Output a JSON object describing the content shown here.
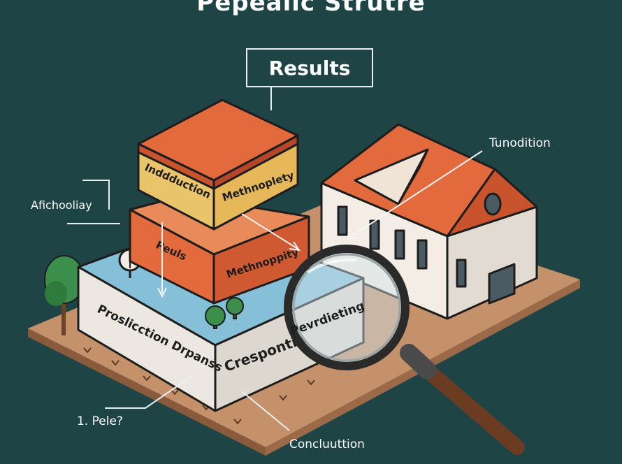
{
  "title": "Pepealic Strutre",
  "results_label": "Results",
  "callouts": {
    "tunodition": "Tunodition",
    "afichooliay": "Afichooliay",
    "pele": "1. Pele?",
    "conclusion": "Concluuttion"
  },
  "blocks": {
    "top_left": "Inddduction",
    "top_right": "Methnoplety",
    "mid_left": "Peuls",
    "mid_right": "Methnoppity",
    "base_left": "Proslicction Drpanss",
    "base_right": "Crespontin",
    "magnified": "Pevrdieting"
  },
  "colors": {
    "background": "#1f4446",
    "orange": "#e26a3c",
    "yellow": "#e9c46a",
    "blue": "#86bfd8",
    "ground": "#c4916a"
  }
}
